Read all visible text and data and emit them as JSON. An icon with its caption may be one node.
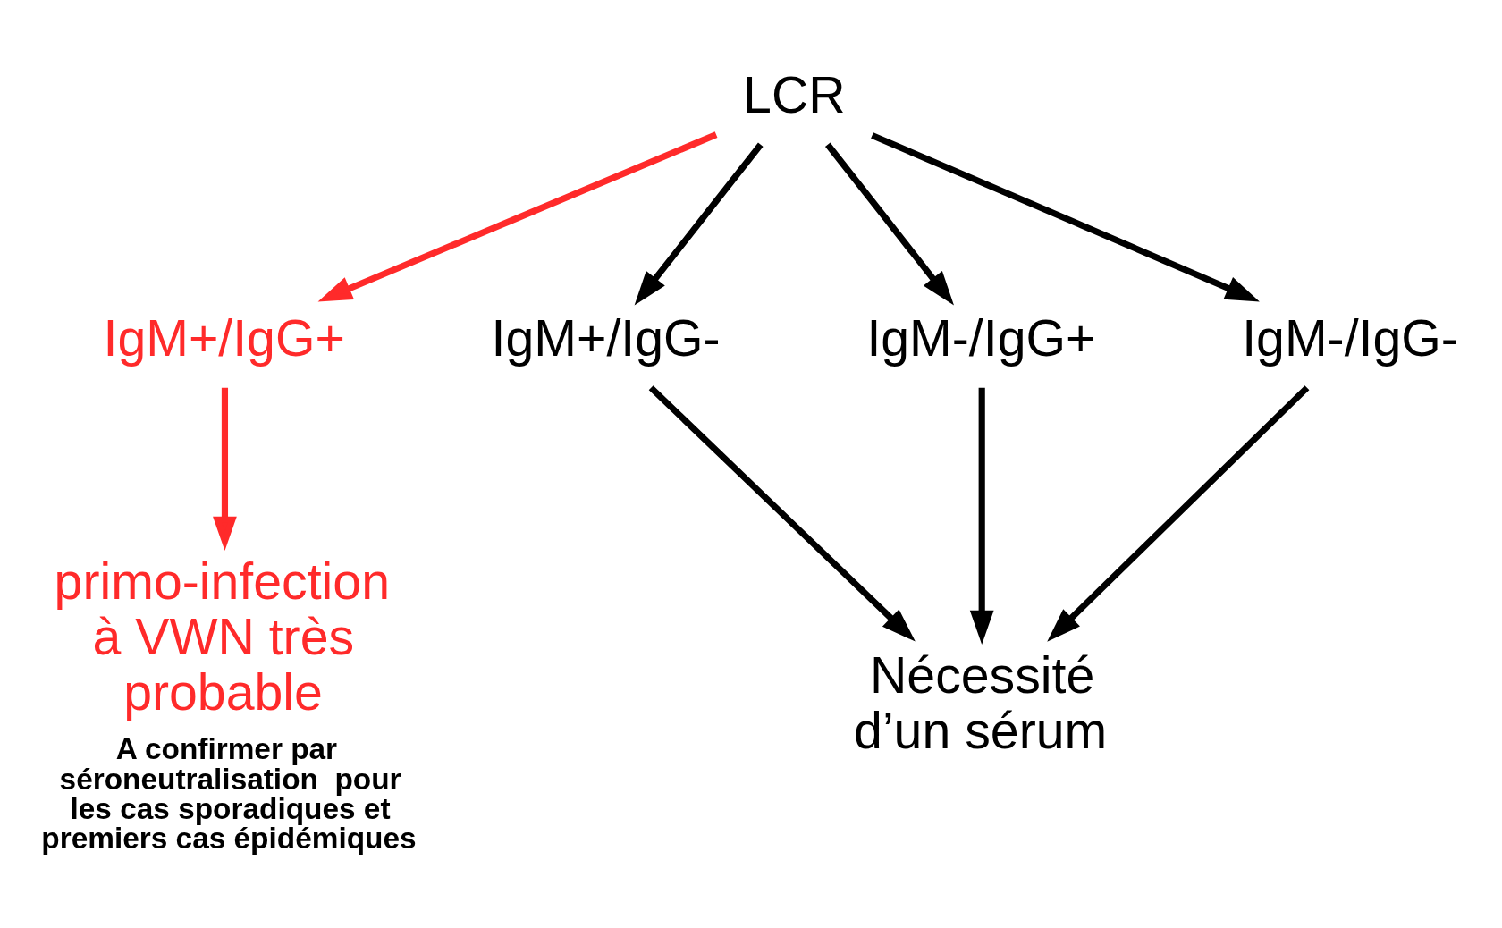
{
  "diagram": {
    "nodes": [
      {
        "text": [
          "LCR"
        ]
      },
      {
        "text": [
          "IgM+/IgG+"
        ]
      },
      {
        "text": [
          "IgM+/IgG-"
        ]
      },
      {
        "text": [
          "IgM-/IgG+"
        ]
      },
      {
        "text": [
          "IgM-/IgG-"
        ]
      },
      {
        "text": [
          "primo-infection à VWN très probable"
        ],
        "beside": [
          "A confirmer par séroneutralisation  pour les cas sporadiques et premiers cas épidémiques"
        ]
      },
      {
        "text": [
          "Nécessité d’un sérum"
        ]
      }
    ],
    "edges": [
      {
        "from": 0,
        "to": 1,
        "arrow": "to",
        "color": "#ff2a2a"
      },
      {
        "from": 0,
        "to": 2,
        "arrow": "to"
      },
      {
        "from": 0,
        "to": 3,
        "arrow": "to"
      },
      {
        "from": 0,
        "to": 4,
        "arrow": "to"
      },
      {
        "from": 1,
        "to": 5,
        "arrow": "to",
        "color": "#ff2a2a"
      },
      {
        "from": 2,
        "to": 6,
        "arrow": "to"
      },
      {
        "from": 3,
        "to": 6,
        "arrow": "to"
      },
      {
        "from": 4,
        "to": 6,
        "arrow": "to"
      }
    ]
  }
}
